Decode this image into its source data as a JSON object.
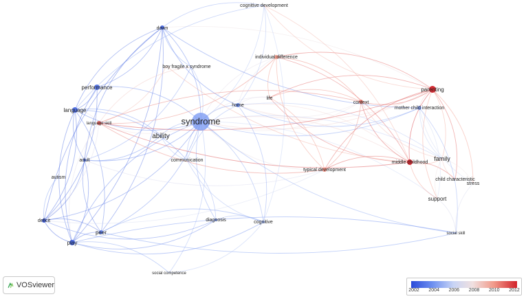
{
  "app": {
    "name": "VOSviewer"
  },
  "colors": {
    "old": "#3d5ce0",
    "new": "#d42a2a"
  },
  "nodes": [
    {
      "id": "cognitive-development",
      "label": "cognitive development",
      "year": 2006.5
    },
    {
      "id": "down",
      "label": "down",
      "year": 2002.8
    },
    {
      "id": "boy",
      "label": "boy",
      "year": 2007
    },
    {
      "id": "fragile-x",
      "label": "fragile x syndrome",
      "year": 2006
    },
    {
      "id": "individual-difference",
      "label": "individual difference",
      "year": 2010
    },
    {
      "id": "performance",
      "label": "performance",
      "year": 2003.2
    },
    {
      "id": "parenting",
      "label": "parenting",
      "year": 2012
    },
    {
      "id": "home",
      "label": "home",
      "year": 2004
    },
    {
      "id": "life",
      "label": "life",
      "year": 2010
    },
    {
      "id": "context",
      "label": "context",
      "year": 2010.5
    },
    {
      "id": "mother-child",
      "label": "mother child interaction",
      "year": 2004.5
    },
    {
      "id": "language",
      "label": "language",
      "year": 2003
    },
    {
      "id": "syndrome",
      "label": "syndrome",
      "year": 2004.2
    },
    {
      "id": "language-skill",
      "label": "language skill",
      "year": 2011
    },
    {
      "id": "ability",
      "label": "ability",
      "year": 2005
    },
    {
      "id": "adult",
      "label": "adult",
      "year": 2003
    },
    {
      "id": "communication",
      "label": "communication",
      "year": 2005.2
    },
    {
      "id": "typical-development",
      "label": "typical development",
      "year": 2010.2
    },
    {
      "id": "middle-childhood",
      "label": "middle childhood",
      "year": 2012
    },
    {
      "id": "family",
      "label": "family",
      "year": 2007
    },
    {
      "id": "autism",
      "label": "autism",
      "year": 2006
    },
    {
      "id": "child-characteristic",
      "label": "child characteristic",
      "year": 2010
    },
    {
      "id": "stress",
      "label": "stress",
      "year": 2008
    },
    {
      "id": "support",
      "label": "support",
      "year": 2008
    },
    {
      "id": "deficit",
      "label": "deficit",
      "year": 2002.5
    },
    {
      "id": "diagnosis",
      "label": "diagnosis",
      "year": 2004.5
    },
    {
      "id": "cognitive",
      "label": "cognitive",
      "year": 2005
    },
    {
      "id": "peer",
      "label": "peer",
      "year": 2003.5
    },
    {
      "id": "social-skill",
      "label": "social skill",
      "year": 2005
    },
    {
      "id": "play",
      "label": "play",
      "year": 2002.8
    },
    {
      "id": "social-competence",
      "label": "social competence",
      "year": 2006
    }
  ],
  "edges": [
    [
      "syndrome",
      "down"
    ],
    [
      "syndrome",
      "home"
    ],
    [
      "syndrome",
      "ability"
    ],
    [
      "syndrome",
      "language"
    ],
    [
      "syndrome",
      "performance"
    ],
    [
      "syndrome",
      "adult"
    ],
    [
      "syndrome",
      "communication"
    ],
    [
      "syndrome",
      "deficit"
    ],
    [
      "syndrome",
      "play"
    ],
    [
      "syndrome",
      "peer"
    ],
    [
      "syndrome",
      "diagnosis"
    ],
    [
      "syndrome",
      "cognitive"
    ],
    [
      "syndrome",
      "typical-development"
    ],
    [
      "syndrome",
      "family"
    ],
    [
      "syndrome",
      "parenting"
    ],
    [
      "syndrome",
      "middle-childhood"
    ],
    [
      "syndrome",
      "context"
    ],
    [
      "syndrome",
      "individual-difference"
    ],
    [
      "syndrome",
      "cognitive-development"
    ],
    [
      "syndrome",
      "language-skill"
    ],
    [
      "syndrome",
      "fragile-x"
    ],
    [
      "syndrome",
      "social-competence"
    ],
    [
      "syndrome",
      "mother-child"
    ],
    [
      "syndrome",
      "support"
    ],
    [
      "syndrome",
      "social-skill"
    ],
    [
      "syndrome",
      "life"
    ],
    [
      "down",
      "language"
    ],
    [
      "down",
      "performance"
    ],
    [
      "down",
      "deficit"
    ],
    [
      "down",
      "play"
    ],
    [
      "down",
      "home"
    ],
    [
      "down",
      "peer"
    ],
    [
      "down",
      "adult"
    ],
    [
      "down",
      "cognitive-development"
    ],
    [
      "down",
      "mother-child"
    ],
    [
      "down",
      "parenting"
    ],
    [
      "down",
      "fragile-x"
    ],
    [
      "language",
      "deficit"
    ],
    [
      "language",
      "play"
    ],
    [
      "language",
      "peer"
    ],
    [
      "language",
      "adult"
    ],
    [
      "language",
      "language-skill"
    ],
    [
      "language",
      "performance"
    ],
    [
      "language",
      "communication"
    ],
    [
      "deficit",
      "play"
    ],
    [
      "deficit",
      "peer"
    ],
    [
      "deficit",
      "adult"
    ],
    [
      "deficit",
      "autism"
    ],
    [
      "deficit",
      "diagnosis"
    ],
    [
      "play",
      "peer"
    ],
    [
      "play",
      "adult"
    ],
    [
      "play",
      "social-competence"
    ],
    [
      "play",
      "cognitive"
    ],
    [
      "play",
      "social-skill"
    ],
    [
      "play",
      "diagnosis"
    ],
    [
      "peer",
      "adult"
    ],
    [
      "peer",
      "social-skill"
    ],
    [
      "peer",
      "cognitive"
    ],
    [
      "parenting",
      "middle-childhood"
    ],
    [
      "parenting",
      "context"
    ],
    [
      "parenting",
      "individual-difference"
    ],
    [
      "parenting",
      "family"
    ],
    [
      "parenting",
      "typical-development"
    ],
    [
      "parenting",
      "home"
    ],
    [
      "parenting",
      "life"
    ],
    [
      "parenting",
      "language-skill"
    ],
    [
      "parenting",
      "mother-child"
    ],
    [
      "parenting",
      "child-characteristic"
    ],
    [
      "parenting",
      "support"
    ],
    [
      "parenting",
      "stress"
    ],
    [
      "middle-childhood",
      "typical-development"
    ],
    [
      "middle-childhood",
      "context"
    ],
    [
      "middle-childhood",
      "individual-difference"
    ],
    [
      "middle-childhood",
      "life"
    ],
    [
      "middle-childhood",
      "home"
    ],
    [
      "middle-childhood",
      "language-skill"
    ],
    [
      "middle-childhood",
      "family"
    ],
    [
      "middle-childhood",
      "child-characteristic"
    ],
    [
      "middle-childhood",
      "support"
    ],
    [
      "middle-childhood",
      "boy"
    ],
    [
      "individual-difference",
      "typical-development"
    ],
    [
      "individual-difference",
      "context"
    ],
    [
      "individual-difference",
      "life"
    ],
    [
      "individual-difference",
      "language-skill"
    ],
    [
      "individual-difference",
      "home"
    ],
    [
      "typical-development",
      "language-skill"
    ],
    [
      "typical-development",
      "context"
    ],
    [
      "typical-development",
      "adult"
    ],
    [
      "typical-development",
      "life"
    ],
    [
      "typical-development",
      "deficit"
    ],
    [
      "context",
      "life"
    ],
    [
      "context",
      "home"
    ],
    [
      "context",
      "family"
    ],
    [
      "home",
      "life"
    ],
    [
      "home",
      "mother-child"
    ],
    [
      "home",
      "family"
    ],
    [
      "home",
      "communication"
    ],
    [
      "home",
      "cognitive"
    ],
    [
      "mother-child",
      "family"
    ],
    [
      "mother-child",
      "support"
    ],
    [
      "mother-child",
      "stress"
    ],
    [
      "mother-child",
      "social-skill"
    ],
    [
      "family",
      "support"
    ],
    [
      "family",
      "stress"
    ],
    [
      "family",
      "child-characteristic"
    ],
    [
      "cognitive-development",
      "home"
    ],
    [
      "cognitive-development",
      "parenting"
    ],
    [
      "cognitive-development",
      "middle-childhood"
    ],
    [
      "cognitive-development",
      "language"
    ],
    [
      "cognitive-development",
      "cognitive"
    ],
    [
      "ability",
      "communication"
    ],
    [
      "ability",
      "adult"
    ],
    [
      "ability",
      "language"
    ],
    [
      "communication",
      "diagnosis"
    ],
    [
      "communication",
      "cognitive"
    ],
    [
      "support",
      "social-skill"
    ],
    [
      "stress",
      "social-skill"
    ],
    [
      "diagnosis",
      "cognitive"
    ],
    [
      "social-competence",
      "cognitive"
    ],
    [
      "boy",
      "language-skill"
    ],
    [
      "fragile-x",
      "language-skill"
    ],
    [
      "fragile-x",
      "adult"
    ],
    [
      "language-skill",
      "adult"
    ],
    [
      "language-skill",
      "deficit"
    ],
    [
      "language-skill",
      "play"
    ],
    [
      "language-skill",
      "context"
    ],
    [
      "performance",
      "play"
    ],
    [
      "performance",
      "deficit"
    ]
  ],
  "legend": {
    "ticks": [
      "2002",
      "2004",
      "2006",
      "2008",
      "2010",
      "2012"
    ]
  }
}
